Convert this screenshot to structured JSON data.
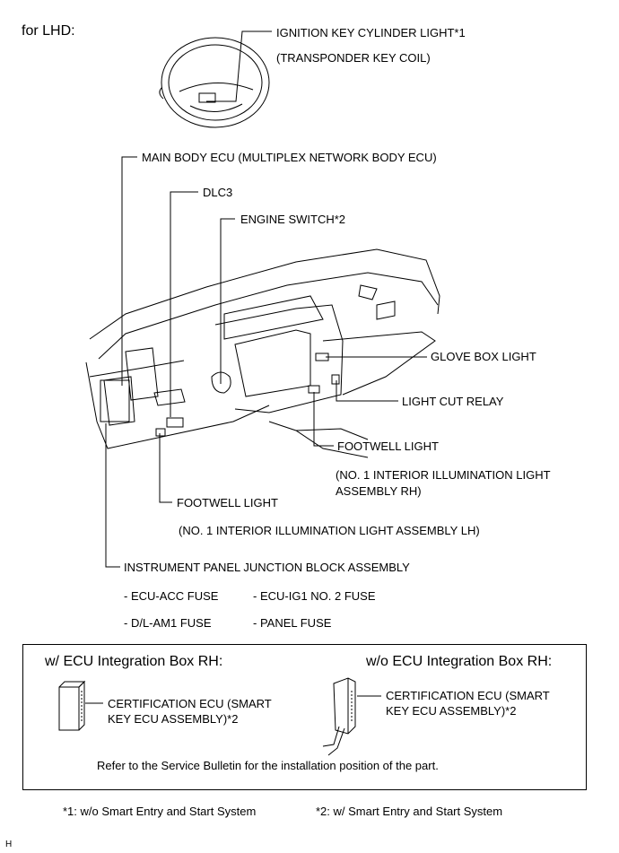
{
  "header": {
    "region": "for LHD:"
  },
  "labels": {
    "ignition_key_light": "IGNITION KEY CYLINDER LIGHT*1",
    "transponder": "(TRANSPONDER KEY COIL)",
    "main_body_ecu": "MAIN BODY ECU (MULTIPLEX NETWORK BODY ECU)",
    "dlc3": "DLC3",
    "engine_switch": "ENGINE SWITCH*2",
    "glove_box_light": "GLOVE BOX LIGHT",
    "light_cut_relay": "LIGHT CUT RELAY",
    "footwell_light_rh": "FOOTWELL LIGHT",
    "footwell_rh_note_1": "(NO. 1 INTERIOR ILLUMINATION LIGHT",
    "footwell_rh_note_2": "ASSEMBLY RH)",
    "footwell_light_lh": "FOOTWELL LIGHT",
    "footwell_lh_note": "(NO. 1 INTERIOR ILLUMINATION LIGHT ASSEMBLY LH)",
    "junction_block": "INSTRUMENT PANEL JUNCTION BLOCK ASSEMBLY"
  },
  "fuses": [
    "- ECU-ACC FUSE",
    "- ECU-IG1 NO. 2 FUSE",
    "- D/L-AM1 FUSE",
    "- PANEL FUSE"
  ],
  "ecu_box": {
    "with_title": "w/ ECU Integration Box RH:",
    "without_title": "w/o ECU Integration Box RH:",
    "cert_ecu_line1": "CERTIFICATION ECU (SMART",
    "cert_ecu_line2": "KEY ECU ASSEMBLY)*2",
    "note": "Refer to the Service Bulletin for the installation position of the part."
  },
  "footnotes": {
    "fn1": "*1: w/o Smart Entry and Start System",
    "fn2": "*2: w/ Smart Entry and Start System"
  },
  "corner_mark": "H"
}
